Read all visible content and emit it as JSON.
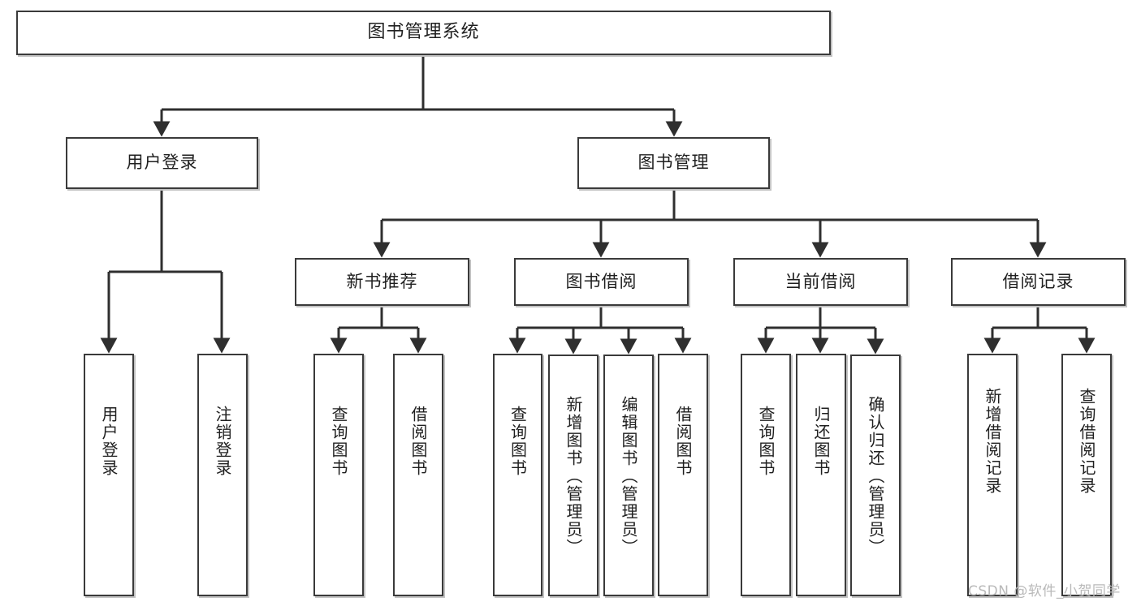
{
  "diagram": {
    "type": "tree",
    "title": "图书管理系统",
    "watermark": "CSDN @软件_小贺同学",
    "colors": {
      "box_border": "#3a3a3a",
      "connector": "#2f2f2f",
      "background": "#ffffff",
      "text": "#1f1f1f",
      "watermark": "#b9b9b9"
    },
    "root": {
      "label": "图书管理系统"
    },
    "level1": [
      {
        "label": "用户登录"
      },
      {
        "label": "图书管理"
      }
    ],
    "level2": [
      {
        "label": "新书推荐"
      },
      {
        "label": "图书借阅"
      },
      {
        "label": "当前借阅"
      },
      {
        "label": "借阅记录"
      }
    ],
    "leaves": {
      "user_login": [
        {
          "label": "用户登录"
        },
        {
          "label": "注销登录"
        }
      ],
      "new_book": [
        {
          "label": "查询图书"
        },
        {
          "label": "借阅图书"
        }
      ],
      "book_borrow": [
        {
          "label": "查询图书"
        },
        {
          "label": "新增图书（管理员）"
        },
        {
          "label": "编辑图书（管理员）"
        },
        {
          "label": "借阅图书"
        }
      ],
      "current_borrow": [
        {
          "label": "查询图书"
        },
        {
          "label": "归还图书"
        },
        {
          "label": "确认归还（管理员）"
        }
      ],
      "borrow_record": [
        {
          "label": "新增借阅记录"
        },
        {
          "label": "查询借阅记录"
        }
      ]
    }
  }
}
